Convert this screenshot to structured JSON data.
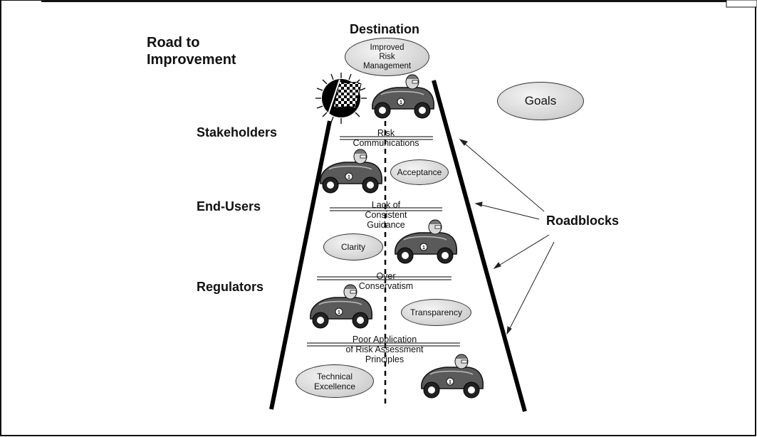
{
  "diagram": {
    "title": "Road to\nImprovement",
    "destination_label": "Destination",
    "destination_goal": "Improved\nRisk\nManagement",
    "legend_goals": "Goals",
    "roadblocks_label": "Roadblocks",
    "levels": [
      {
        "label": "Stakeholders"
      },
      {
        "label": "End-Users"
      },
      {
        "label": "Regulators"
      }
    ],
    "roadblocks": [
      {
        "text": "Risk\nCommunications"
      },
      {
        "text": "Lack of\nConsistent\nGuidance"
      },
      {
        "text": "Over\nConservatism"
      },
      {
        "text": "Poor Application\nof Risk Assessment\nPrinciples"
      }
    ],
    "goals": [
      {
        "text": "Acceptance"
      },
      {
        "text": "Clarity"
      },
      {
        "text": "Transparency"
      },
      {
        "text": "Technical\nExcellence"
      }
    ],
    "icons": [
      "checkered-flag-icon",
      "race-car-icon"
    ],
    "colors": {
      "line": "#111111",
      "ellipse_fill": "#d6d6d6",
      "car_body": "#5a5a5a"
    }
  }
}
